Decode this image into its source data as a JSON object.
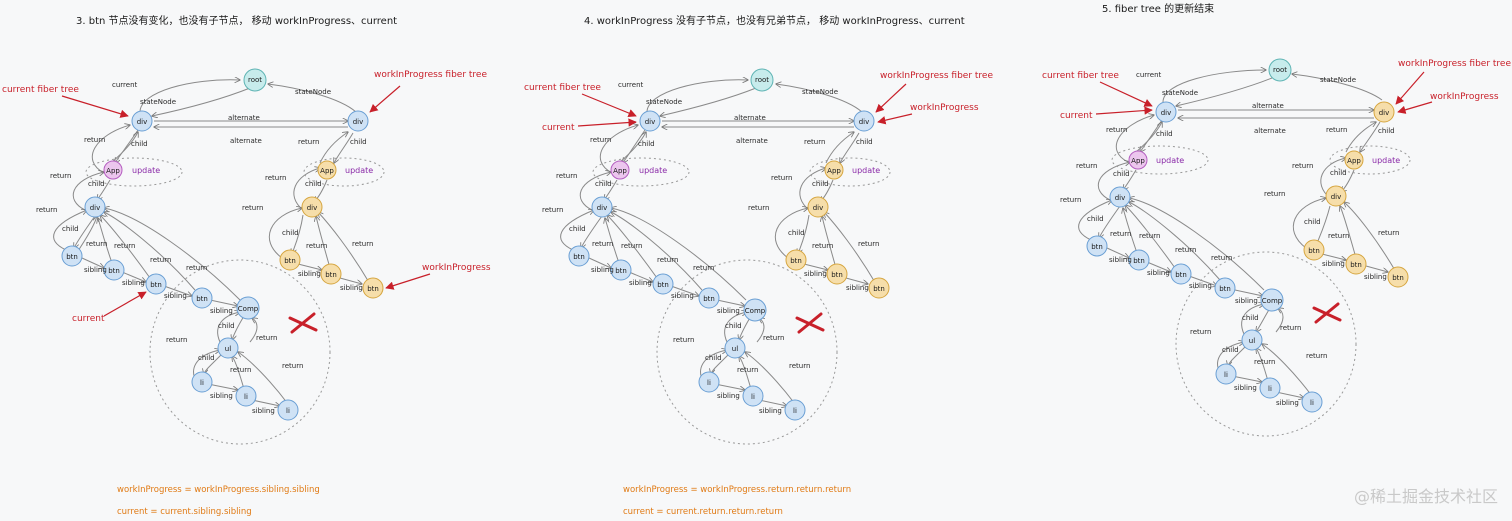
{
  "panels": [
    {
      "title": "3.   btn 节点没有变化，也没有子节点，  移动 workInProgress、current",
      "red_labels": [
        "current fiber tree",
        "workInProgress fiber tree",
        "current"
      ],
      "formulas": [
        "workInProgress = workInProgress.sibling.sibling",
        "current = current.sibling.sibling"
      ]
    },
    {
      "title": "4. workInProgress 没有子节点，也没有兄弟节点，  移动 workInProgress、current",
      "red_labels": [
        "current fiber tree",
        "current",
        "workInProgress fiber tree",
        "workInProgress"
      ],
      "formulas": [
        "workInProgress = workInProgress.return.return.return",
        "current = current.return.return.return"
      ]
    },
    {
      "title": "5. fiber tree 的更新结束",
      "red_labels": [
        "current fiber tree",
        "current",
        "workInProgress fiber tree",
        "workInProgress"
      ],
      "formulas": []
    }
  ],
  "panel1_extra": {
    "wip_label": "workInProgress"
  },
  "nodes": {
    "root": "root",
    "div": "div",
    "app": "App",
    "btn": "btn",
    "comp": "Comp",
    "ul": "ul",
    "li": "li"
  },
  "edges": {
    "current": "current",
    "stateNode": "stateNode",
    "alternate": "alternate",
    "child": "child",
    "return": "return",
    "sibling": "sibling",
    "update": "update"
  },
  "watermark": "@稀土掘金技术社区",
  "colors": {
    "blue_fill": "#cfe2f5",
    "blue_stroke": "#6a9fd4",
    "teal_fill": "#c7ecec",
    "teal_stroke": "#5fb4b4",
    "yellow_fill": "#f6deaa",
    "yellow_stroke": "#d6a640",
    "purple_fill": "#ecc6ee",
    "purple_stroke": "#b45ec0",
    "red": "#c8202a",
    "orange": "#e07a14"
  }
}
